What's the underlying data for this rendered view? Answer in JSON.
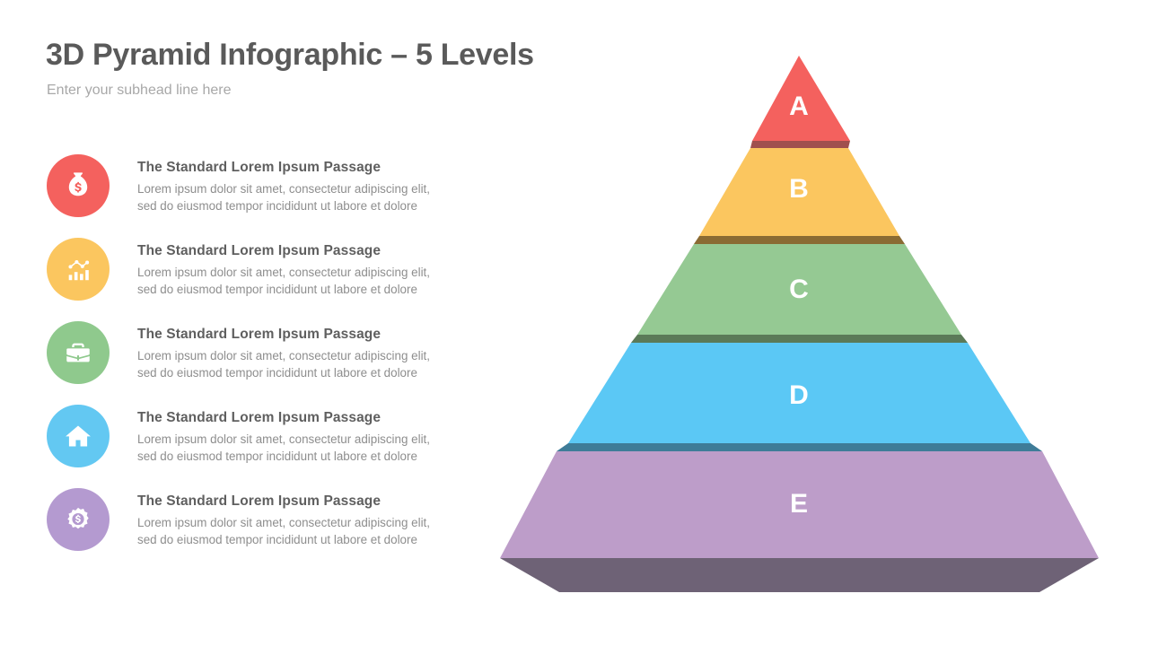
{
  "header": {
    "title": "3D Pyramid Infographic – 5 Levels",
    "subtitle": "Enter your subhead line here"
  },
  "features": [
    {
      "icon": "money-bag-icon",
      "icon_color": "#F4615E",
      "heading": "The Standard Lorem Ipsum Passage",
      "body": "Lorem ipsum dolor sit amet, consectetur adipiscing elit,\nsed do eiusmod tempor incididunt ut labore et dolore"
    },
    {
      "icon": "bar-chart-trend-icon",
      "icon_color": "#FBC65F",
      "heading": "The Standard Lorem Ipsum Passage",
      "body": "Lorem ipsum dolor sit amet, consectetur adipiscing elit,\nsed do eiusmod tempor incididunt ut labore et dolore"
    },
    {
      "icon": "briefcase-icon",
      "icon_color": "#8FC98D",
      "heading": "The Standard Lorem Ipsum Passage",
      "body": "Lorem ipsum dolor sit amet, consectetur adipiscing elit,\nsed do eiusmod tempor incididunt ut labore et dolore"
    },
    {
      "icon": "home-icon",
      "icon_color": "#63C8F2",
      "heading": "The Standard Lorem Ipsum Passage",
      "body": "Lorem ipsum dolor sit amet, consectetur adipiscing elit,\nsed do eiusmod tempor incididunt ut labore et dolore"
    },
    {
      "icon": "gear-dollar-icon",
      "icon_color": "#B49AD0",
      "heading": "The Standard Lorem Ipsum Passage",
      "body": "Lorem ipsum dolor sit amet, consectetur adipiscing elit,\nsed do eiusmod tempor incididunt ut labore et dolore"
    }
  ],
  "chart_data": {
    "type": "pyramid",
    "title": "3D Pyramid Infographic – 5 Levels",
    "levels": 5,
    "orientation": "apex-top",
    "tiers": [
      {
        "label": "A",
        "rank": 1,
        "face_color": "#F4615E",
        "base_color": "#A0504E",
        "label_color": "#FFFFFF"
      },
      {
        "label": "B",
        "rank": 2,
        "face_color": "#FBC65F",
        "base_color": "#8A6B33",
        "label_color": "#FFFFFF"
      },
      {
        "label": "C",
        "rank": 3,
        "face_color": "#95C993",
        "base_color": "#5B7A58",
        "label_color": "#FFFFFF"
      },
      {
        "label": "D",
        "rank": 4,
        "face_color": "#5BC8F5",
        "base_color": "#3E7C98",
        "label_color": "#FFFFFF"
      },
      {
        "label": "E",
        "rank": 5,
        "face_color": "#BD9DC9",
        "base_color": "#6E6276",
        "label_color": "#FFFFFF"
      }
    ]
  }
}
